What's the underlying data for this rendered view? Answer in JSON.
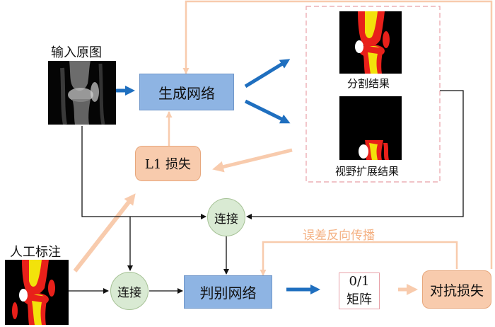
{
  "inputs": {
    "original_label": "输入原图",
    "annotation_label": "人工标注"
  },
  "nodes": {
    "generator": "生成网络",
    "l1_loss": "L1  损失",
    "discriminator": "判别网络",
    "adversarial_loss": "对抗损失",
    "concat_top": "连接",
    "concat_bottom": "连接",
    "matrix_line1": "0/1",
    "matrix_line2": "矩阵"
  },
  "outputs": {
    "segmentation_label": "分割结果",
    "fov_label": "视野扩展结果"
  },
  "annotations": {
    "backprop": "误差反向传播"
  },
  "colors": {
    "network_fill": "#8eb4e3",
    "loss_fill": "#f8cbad",
    "concat_fill": "#d9ead3",
    "feedback_arrow": "#f8cbad",
    "forward_arrow": "#1f6fbf",
    "annotation_text": "#f4b183",
    "dashed_border": "#e8a0a8"
  }
}
